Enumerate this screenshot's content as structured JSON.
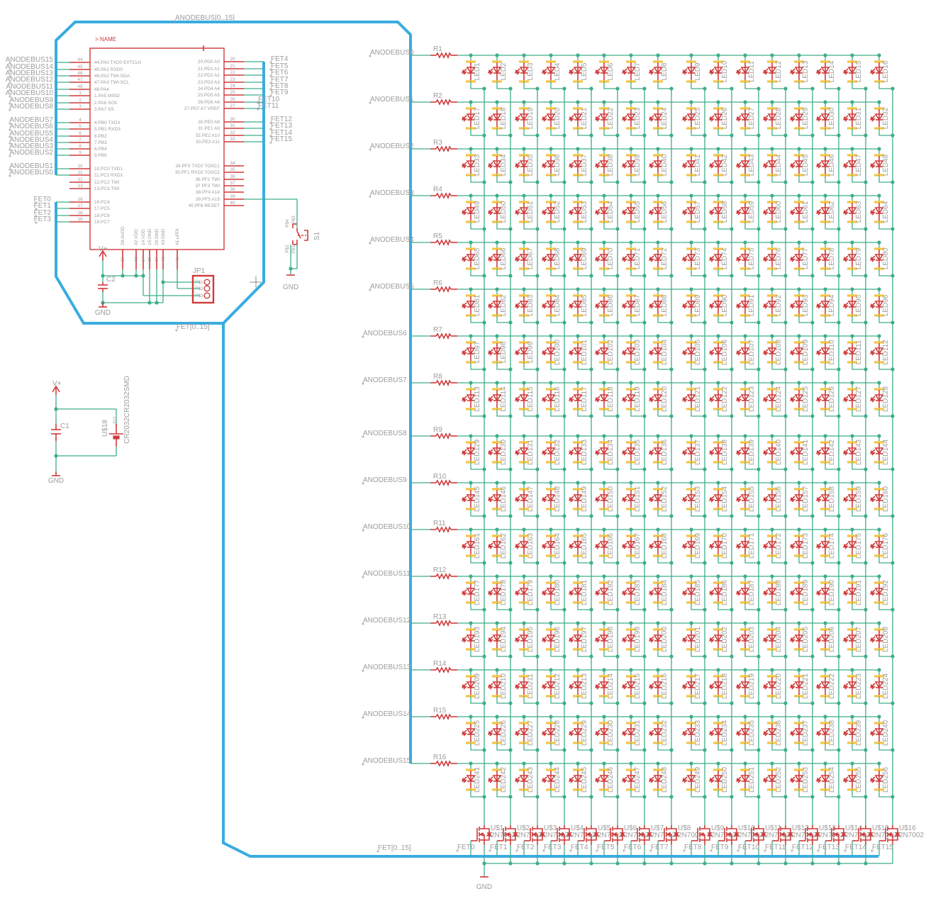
{
  "buses": {
    "anode_bus_label": "ANODEBUS[0..15]",
    "fet_bus_label_top": "FET[0..15]",
    "fet_bus_label_bottom": "FET[0..15]"
  },
  "mcu": {
    "name": "> NAME",
    "left_pins": [
      {
        "pin": "44",
        "func": "44.PA0  TXD0  EXTCLK",
        "net": "ANODEBUS15"
      },
      {
        "pin": "45",
        "func": "45.PA1  RXD0",
        "net": "ANODEBUS14"
      },
      {
        "pin": "46",
        "func": "46.PA2  TWI-SDA",
        "net": "ANODEBUS13"
      },
      {
        "pin": "47",
        "func": "47.PA3  TWI-SCL",
        "net": "ANODEBUS12"
      },
      {
        "pin": "48",
        "func": "48.PA4",
        "net": "ANODEBUS11"
      },
      {
        "pin": "1",
        "func": "1.PA5  MISO",
        "net": "ANODEBUS10"
      },
      {
        "pin": "2",
        "func": "2.PA6  SCK",
        "net": "ANODEBUS9"
      },
      {
        "pin": "3",
        "func": "3.PA7  SS",
        "net": "ANODEBUS8"
      },
      {
        "pin": "4",
        "func": "4.PB0  TXD3",
        "net": "ANODEBUS7"
      },
      {
        "pin": "5",
        "func": "5.PB1  RXD3",
        "net": "ANODEBUS6"
      },
      {
        "pin": "6",
        "func": "6.PB2",
        "net": "ANODEBUS5"
      },
      {
        "pin": "7",
        "func": "7.PB3",
        "net": "ANODEBUS4"
      },
      {
        "pin": "8",
        "func": "8.PB4",
        "net": "ANODEBUS3"
      },
      {
        "pin": "9",
        "func": "9.PB5",
        "net": "ANODEBUS2"
      },
      {
        "pin": "10",
        "func": "10.PC0  TXD1",
        "net": "ANODEBUS1"
      },
      {
        "pin": "11",
        "func": "11.PC1  RXD1",
        "net": "ANODEBUS0"
      },
      {
        "pin": "12",
        "func": "12.PC2  TWI",
        "net": ""
      },
      {
        "pin": "13",
        "func": "13.PC3  TWI",
        "net": ""
      },
      {
        "pin": "16",
        "func": "16.PC4",
        "net": "FET0"
      },
      {
        "pin": "17",
        "func": "17.PC5",
        "net": "FET1"
      },
      {
        "pin": "18",
        "func": "18.PC6",
        "net": "FET2"
      },
      {
        "pin": "19",
        "func": "19.PC7",
        "net": "FET3"
      }
    ],
    "right_pins": [
      {
        "pin": "20",
        "func": "20.PD0  A0",
        "net": "FET4"
      },
      {
        "pin": "21",
        "func": "21.PD1  A1",
        "net": "FET5"
      },
      {
        "pin": "22",
        "func": "22.PD2  A2",
        "net": "FET6"
      },
      {
        "pin": "23",
        "func": "23.PD3  A3",
        "net": "FET7"
      },
      {
        "pin": "24",
        "func": "24.PD4  A4",
        "net": "FET8"
      },
      {
        "pin": "25",
        "func": "25.PD5  A5",
        "net": "FET9"
      },
      {
        "pin": "26",
        "func": "26.PD6  A6",
        "net": "FET10"
      },
      {
        "pin": "27",
        "func": "27.PD7  A7  VREF",
        "net": "FET11"
      },
      {
        "pin": "30",
        "func": "30.PE0  A8",
        "net": "FET12"
      },
      {
        "pin": "31",
        "func": "31.PE1  A9",
        "net": "FET13"
      },
      {
        "pin": "32",
        "func": "32.PE2  A10",
        "net": "FET14"
      },
      {
        "pin": "33",
        "func": "33.PE3  A11",
        "net": "FET15"
      },
      {
        "pin": "34",
        "func": "34.PF0  TXD2  TOSC1",
        "net": ""
      },
      {
        "pin": "35",
        "func": "35.PF1  RXD2  TOSC2",
        "net": ""
      },
      {
        "pin": "36",
        "func": "36.PF2  TWI",
        "net": ""
      },
      {
        "pin": "37",
        "func": "37.PF3  TWI",
        "net": ""
      },
      {
        "pin": "38",
        "func": "38.PF4  A14",
        "net": ""
      },
      {
        "pin": "39",
        "func": "39.PF5  A15",
        "net": ""
      },
      {
        "pin": "40",
        "func": "40.PF6  RESET",
        "net": ""
      }
    ],
    "bottom_pins": [
      {
        "pin": "28",
        "func": "28.AVDD"
      },
      {
        "pin": "42",
        "func": "42.VDD"
      },
      {
        "pin": "14",
        "func": "14.VDD"
      },
      {
        "pin": "15",
        "func": "15.GND"
      },
      {
        "pin": "29",
        "func": "29.GND"
      },
      {
        "pin": "43",
        "func": "43.GND"
      },
      {
        "pin": "41",
        "func": "41.uPDI"
      }
    ]
  },
  "power": {
    "vplus_mcu": "V+",
    "c2": "C2",
    "gnd_mcu": "GND",
    "vplus_batt": "V+",
    "c1": "C1",
    "gnd_batt": "GND",
    "battery_ref": "U$18",
    "battery_value": "CR2032CR2032SMD",
    "battery_pin_plus": "-312",
    "battery_pin_minus": "-"
  },
  "jp1": {
    "ref": "JP1",
    "pins": [
      "P$1",
      "P$2",
      "P$3"
    ]
  },
  "s1": {
    "ref": "S1",
    "pins": [
      "P$4",
      "P$3",
      "P$2",
      "P$1"
    ],
    "gnd": "GND"
  },
  "matrix": {
    "rows": [
      {
        "net": "ANODEBUS0",
        "resistor": "R1"
      },
      {
        "net": "ANODEBUS1",
        "resistor": "R2"
      },
      {
        "net": "ANODEBUS2",
        "resistor": "R3"
      },
      {
        "net": "ANODEBUS3",
        "resistor": "R4"
      },
      {
        "net": "ANODEBUS4",
        "resistor": "R5"
      },
      {
        "net": "ANODEBUS5",
        "resistor": "R6"
      },
      {
        "net": "ANODEBUS6",
        "resistor": "R7"
      },
      {
        "net": "ANODEBUS7",
        "resistor": "R8"
      },
      {
        "net": "ANODEBUS8",
        "resistor": "R9"
      },
      {
        "net": "ANODEBUS9",
        "resistor": "R10"
      },
      {
        "net": "ANODEBUS10",
        "resistor": "R11"
      },
      {
        "net": "ANODEBUS11",
        "resistor": "R12"
      },
      {
        "net": "ANODEBUS12",
        "resistor": "R13"
      },
      {
        "net": "ANODEBUS13",
        "resistor": "R14"
      },
      {
        "net": "ANODEBUS14",
        "resistor": "R15"
      },
      {
        "net": "ANODEBUS15",
        "resistor": "R16"
      }
    ],
    "leds": [
      [
        "LED1",
        "LED2",
        "LED3",
        "LED4",
        "LED5",
        "LED6",
        "LED7",
        "LED8",
        "LED9",
        "LED10",
        "LED11",
        "LED12",
        "LED13",
        "LED14",
        "LED15",
        "LED16"
      ],
      [
        "LED17",
        "LED18",
        "LED19",
        "LED20",
        "LED21",
        "LED22",
        "LED23",
        "LED24",
        "LED25",
        "LED26",
        "LED27",
        "LED28",
        "LED29",
        "LED30",
        "LED31",
        "LED32"
      ],
      [
        "LED33",
        "LED34",
        "LED35",
        "LED36",
        "LED37",
        "LED38",
        "LED39",
        "LED40",
        "LED41",
        "LED42",
        "LED43",
        "LED44",
        "LED45",
        "LED46",
        "LED47",
        "LED48"
      ],
      [
        "LED49",
        "LED50",
        "LED51",
        "LED52",
        "LED53",
        "LED54",
        "LED55",
        "LED56",
        "LED57",
        "LED58",
        "LED59",
        "LED60",
        "LED61",
        "LED62",
        "LED63",
        "LED64"
      ],
      [
        "LED65",
        "LED66",
        "LED67",
        "LED68",
        "LED69",
        "LED70",
        "LED71",
        "LED72",
        "LED73",
        "LED74",
        "LED75",
        "LED76",
        "LED77",
        "LED78",
        "LED79",
        "LED80"
      ],
      [
        "LED81",
        "LED82",
        "LED83",
        "LED84",
        "LED85",
        "LED86",
        "LED87",
        "LED88",
        "LED89",
        "LED90",
        "LED91",
        "LED92",
        "LED93",
        "LED94",
        "LED95",
        "LED96"
      ],
      [
        "LED97",
        "LED98",
        "LED99",
        "LED100",
        "LED101",
        "LED102",
        "LED103",
        "LED104",
        "LED105",
        "LED106",
        "LED107",
        "LED108",
        "LED109",
        "LED110",
        "LED111",
        "LED112"
      ],
      [
        "LED113",
        "LED114",
        "LED115",
        "LED116",
        "LED117",
        "LED118",
        "LED119",
        "LED120",
        "LED121",
        "LED122",
        "LED123",
        "LED124",
        "LED125",
        "LED126",
        "LED127",
        "LED128"
      ],
      [
        "LED129",
        "LED130",
        "LED131",
        "LED132",
        "LED133",
        "LED134",
        "LED135",
        "LED136",
        "LED137",
        "LED138",
        "LED139",
        "LED140",
        "LED141",
        "LED142",
        "LED143",
        "LED144"
      ],
      [
        "LED145",
        "LED146",
        "LED147",
        "LED148",
        "LED149",
        "LED150",
        "LED151",
        "LED152",
        "LED153",
        "LED154",
        "LED155",
        "LED156",
        "LED157",
        "LED158",
        "LED159",
        "LED160"
      ],
      [
        "LED161",
        "LED162",
        "LED163",
        "LED164",
        "LED165",
        "LED166",
        "LED167",
        "LED168",
        "LED169",
        "LED170",
        "LED171",
        "LED172",
        "LED173",
        "LED174",
        "LED175",
        "LED176"
      ],
      [
        "LED177",
        "LED178",
        "LED179",
        "LED180",
        "LED181",
        "LED182",
        "LED183",
        "LED184",
        "LED185",
        "LED186",
        "LED187",
        "LED188",
        "LED189",
        "LED190",
        "LED191",
        "LED192"
      ],
      [
        "LED193",
        "LED194",
        "LED195",
        "LED196",
        "LED197",
        "LED198",
        "LED199",
        "LED200",
        "LED201",
        "LED202",
        "LED203",
        "LED204",
        "LED205",
        "LED206",
        "LED207",
        "LED208"
      ],
      [
        "LED209",
        "LED210",
        "LED211",
        "LED212",
        "LED213",
        "LED214",
        "LED215",
        "LED216",
        "LED217",
        "LED218",
        "LED219",
        "LED220",
        "LED221",
        "LED222",
        "LED223",
        "LED224"
      ],
      [
        "LED225",
        "LED226",
        "LED227",
        "LED228",
        "LED229",
        "LED230",
        "LED231",
        "LED232",
        "LED233",
        "LED234",
        "LED235",
        "LED236",
        "LED237",
        "LED238",
        "LED239",
        "LED240"
      ],
      [
        "LED241",
        "LED242",
        "LED243",
        "LED244",
        "LED245",
        "LED246",
        "LED247",
        "LED248",
        "LED249",
        "LED250",
        "LED251",
        "LED252",
        "LED253",
        "LED254",
        "LED255",
        "LED256"
      ]
    ]
  },
  "fets": [
    {
      "ref": "U$1",
      "value": "2N7002",
      "net": "FET0"
    },
    {
      "ref": "U$2",
      "value": "2N7002",
      "net": "FET1"
    },
    {
      "ref": "U$3",
      "value": "2N7002",
      "net": "FET2"
    },
    {
      "ref": "U$4",
      "value": "2N7002",
      "net": "FET3"
    },
    {
      "ref": "U$5",
      "value": "2N7002",
      "net": "FET4"
    },
    {
      "ref": "U$6",
      "value": "2N7002",
      "net": "FET5"
    },
    {
      "ref": "U$7",
      "value": "2N7002",
      "net": "FET6"
    },
    {
      "ref": "U$8",
      "value": "2N7002",
      "net": "FET7"
    },
    {
      "ref": "U$9",
      "value": "2N7002",
      "net": "FET8"
    },
    {
      "ref": "U$10",
      "value": "2N7002",
      "net": "FET9"
    },
    {
      "ref": "U$11",
      "value": "2N7002",
      "net": "FET10"
    },
    {
      "ref": "U$12",
      "value": "2N7002",
      "net": "FET11"
    },
    {
      "ref": "U$13",
      "value": "2N7002",
      "net": "FET12"
    },
    {
      "ref": "U$14",
      "value": "2N7002",
      "net": "FET13"
    },
    {
      "ref": "U$15",
      "value": "2N7002",
      "net": "FET14"
    },
    {
      "ref": "U$16",
      "value": "2N7002",
      "net": "FET15"
    }
  ],
  "fet_gnd": "GND",
  "colors": {
    "wire": "#3dae8a",
    "symbol": "#cf3a3a",
    "bus": "#39ace0",
    "pad": "#f5c542",
    "label": "#9c9c9c"
  }
}
